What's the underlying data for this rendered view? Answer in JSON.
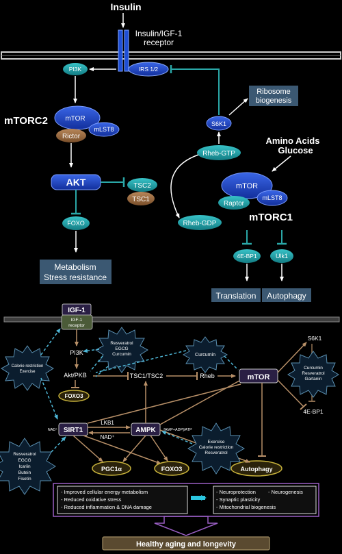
{
  "top": {
    "insulin": "Insulin",
    "receptor_line1": "Insulin/IGF-1",
    "receptor_line2": "receptor",
    "pi3k": "PI3K",
    "irs": "IRS 1/2",
    "mtorc2_title": "mTORC2",
    "mtor": "mTOR",
    "mlst8": "mLST8",
    "rictor": "Rictor",
    "akt": "AKT",
    "tsc2": "TSC2",
    "tsc1": "TSC1",
    "foxo": "FOXO",
    "metabolism_line1": "Metabolism",
    "metabolism_line2": "Stress resistance",
    "ribosome_line1": "Ribosome",
    "ribosome_line2": "biogenesis",
    "s6k1": "S6K1",
    "amino_line1": "Amino Acids",
    "amino_line2": "Glucose",
    "rheb_gtp": "Rheb-GTP",
    "mtor2": "mTOR",
    "raptor": "Raptor",
    "mlst8_2": "mLST8",
    "rheb_gdp": "Rheb-GDP",
    "mtorc1_title": "mTORC1",
    "e4bp1": "4E-BP1",
    "ulk1": "Ulk1",
    "translation": "Translation",
    "autophagy": "Autophagy"
  },
  "bottom": {
    "igf1": "IGF-1",
    "igf1_receptor_line1": "IGF-1",
    "igf1_receptor_line2": "receptor",
    "calorie_line1": "Calorie restriction",
    "calorie_line2": "Exercise",
    "resv_burst_line1": "Resveratrol",
    "resv_burst_line2": "EGCG",
    "resv_burst_line3": "Curcumin",
    "pi3k": "PI3K",
    "curcumin": "Curcumin",
    "akt_pkb": "Akt/PKB",
    "tsc": "TSC1/TSC2",
    "rheb": "Rheb",
    "mtor": "mTOR",
    "s6k1": "S6K1",
    "right_burst_line1": "Curcumin",
    "right_burst_line2": "Resveratrol",
    "right_burst_line3": "Gartanin",
    "e4bp1": "4E-BP1",
    "foxo3_left": "FOXO3",
    "nad_plus_left": "NAD⁺",
    "sirt1": "SIRT1",
    "lkb1": "LKB1",
    "nad_plus": "NAD⁺",
    "ampk": "AMPK",
    "amp_ratio": "[AMP+ADP]/ATP",
    "exercise_burst_line1": "Exercise",
    "exercise_burst_line2": "Calorie restriction",
    "exercise_burst_line3": "Resveratrol",
    "left_burst_line1": "Resveratrol",
    "left_burst_line2": "EGCG",
    "left_burst_line3": "Icariin",
    "left_burst_line4": "Butein",
    "left_burst_line5": "Fisetin",
    "pgc1a": "PGC1α",
    "foxo3": "FOXO3",
    "autophagy": "Autophagy",
    "benefit_left_1": "- Improved cellular energy metabolism",
    "benefit_left_2": "- Reduced oxidative stress",
    "benefit_left_3": "- Reduced inflammation & DNA damage",
    "benefit_right_1": "- Neuroprotection",
    "benefit_right_1b": "- Neurogenesis",
    "benefit_right_2": "- Synaptic plasticity",
    "benefit_right_3": "- Mitochondrial biogenesis",
    "healthy": "Healthy aging and longevity"
  },
  "colors": {
    "teal": "#1b9ea5",
    "blue": "#1845c4",
    "brown": "#9a6a3c",
    "inhibit": "#2aa7a7",
    "dash": "#4fb8d8",
    "tan": "#b89068",
    "purple": "#9a5fc4",
    "yellow_outline": "#c7b23b"
  }
}
